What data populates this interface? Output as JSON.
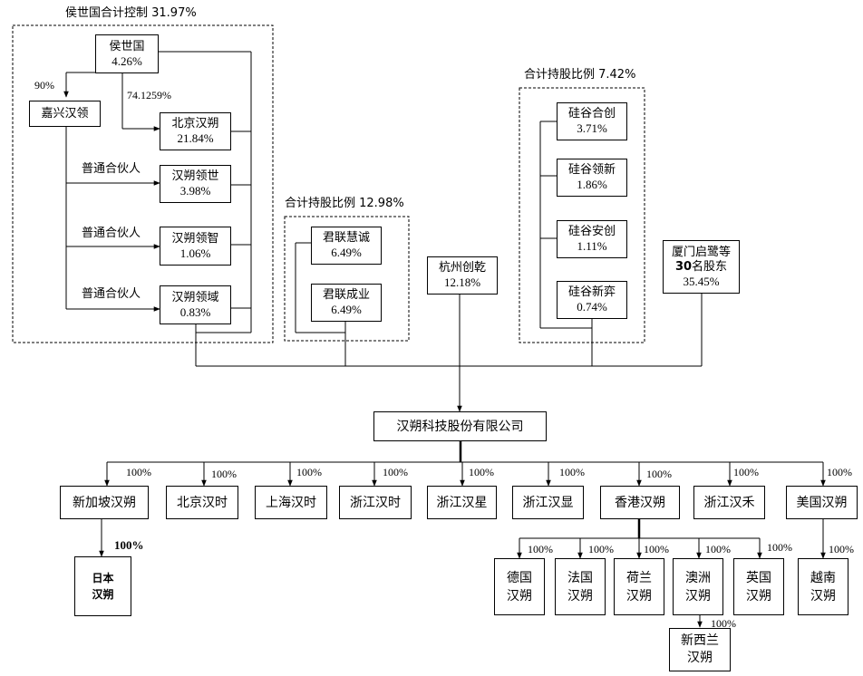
{
  "groups": {
    "hou_control": "侯世国合计控制 31.97%",
    "junlian_total": "合计持股比例 12.98%",
    "guigu_total": "合计持股比例 7.42%"
  },
  "entities": {
    "hou_shiguo": {
      "name": "侯世国",
      "pct": "4.26%"
    },
    "jiaxing_hanling": {
      "name": "嘉兴汉领"
    },
    "beijing_hanshuo": {
      "name": "北京汉朔",
      "pct": "21.84%"
    },
    "hanshuo_lingshi": {
      "name": "汉朔领世",
      "pct": "3.98%"
    },
    "hanshuo_lingzhi": {
      "name": "汉朔领智",
      "pct": "1.06%"
    },
    "hanshuo_lingyu": {
      "name": "汉朔领域",
      "pct": "0.83%"
    },
    "junlian_huicheng": {
      "name": "君联慧诚",
      "pct": "6.49%"
    },
    "junlian_chengye": {
      "name": "君联成业",
      "pct": "6.49%"
    },
    "hangzhou_chuangqian": {
      "name": "杭州创乾",
      "pct": "12.18%"
    },
    "guigu_hechuang": {
      "name": "硅谷合创",
      "pct": "3.71%"
    },
    "guigu_lingxin": {
      "name": "硅谷领新",
      "pct": "1.86%"
    },
    "guigu_anchuang": {
      "name": "硅谷安创",
      "pct": "1.11%"
    },
    "guigu_xinyi": {
      "name": "硅谷新弈",
      "pct": "0.74%"
    },
    "xiamen_qiji": {
      "name_line1": "厦门启鹭等",
      "name_line2_num": "30",
      "name_line2_text": "名股东",
      "pct": "35.45%"
    },
    "company": {
      "name": "汉朔科技股份有限公司"
    }
  },
  "edge_labels": {
    "pct_90": "90%",
    "pct_74": "74.1259%",
    "gp1": "普通合伙人",
    "gp2": "普通合伙人",
    "gp3": "普通合伙人",
    "hundred": "100%"
  },
  "subsidiaries": {
    "singapore": "新加坡汉朔",
    "beijing_hanshi": "北京汉时",
    "shanghai_hanshi": "上海汉时",
    "zhejiang_hanshi": "浙江汉时",
    "zhejiang_hanxing": "浙江汉星",
    "zhejiang_hanxian": "浙江汉显",
    "hongkong": "香港汉朔",
    "zhejiang_hanhe": "浙江汉禾",
    "usa": "美国汉朔",
    "japan_l1": "日本",
    "japan_l2": "汉朔",
    "germany_l1": "德国",
    "germany_l2": "汉朔",
    "france_l1": "法国",
    "france_l2": "汉朔",
    "netherlands_l1": "荷兰",
    "netherlands_l2": "汉朔",
    "australia_l1": "澳洲",
    "australia_l2": "汉朔",
    "uk_l1": "英国",
    "uk_l2": "汉朔",
    "vietnam_l1": "越南",
    "vietnam_l2": "汉朔",
    "newzealand_l1": "新西兰",
    "newzealand_l2": "汉朔"
  }
}
